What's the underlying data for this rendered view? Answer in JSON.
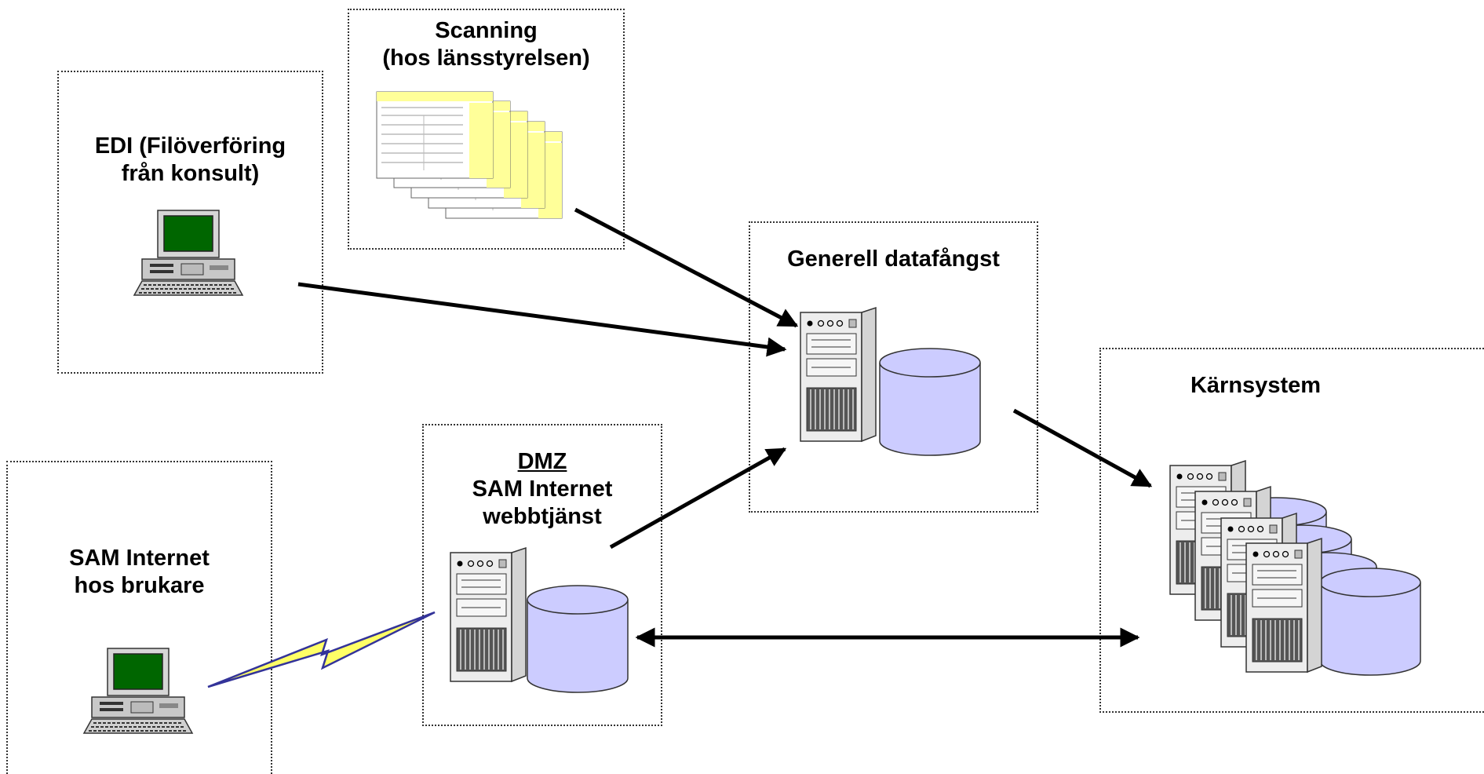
{
  "nodes": {
    "scanning": {
      "lines": [
        "Scanning",
        "(hos länsstyrelsen)"
      ]
    },
    "edi": {
      "lines": [
        "EDI (Filöverföring",
        "från konsult)"
      ]
    },
    "gdf": {
      "title": "Generell datafångst"
    },
    "karn": {
      "title": "Kärnsystem"
    },
    "dmz": {
      "heading": "DMZ",
      "lines": [
        "SAM Internet",
        "webbtjänst"
      ]
    },
    "sam": {
      "lines": [
        "SAM Internet",
        "hos brukare"
      ]
    }
  },
  "colors": {
    "disk_fill": "#ccccff",
    "screen": "#006600",
    "form_yellow": "#ffff99",
    "lightning": "#ffff66",
    "lightning_stroke": "#333399"
  },
  "icons": {
    "pc": "desktop-computer-icon",
    "server": "tower-server-icon",
    "disk": "database-cylinder-icon",
    "forms": "paper-forms-icon",
    "link": "lightning-link-icon"
  }
}
